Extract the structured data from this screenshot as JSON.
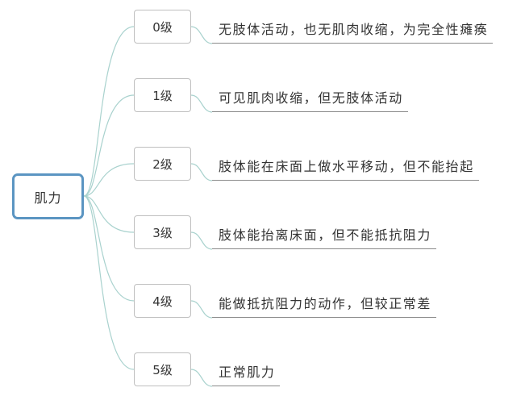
{
  "root": {
    "label": "肌力"
  },
  "levels": [
    {
      "label": "0级",
      "description": "无肢体活动，也无肌肉收缩，为完全性瘫痪"
    },
    {
      "label": "1级",
      "description": "可见肌肉收缩，但无肢体活动"
    },
    {
      "label": "2级",
      "description": "肢体能在床面上做水平移动，但不能抬起"
    },
    {
      "label": "3级",
      "description": "肢体能抬离床面，但不能抵抗阻力"
    },
    {
      "label": "4级",
      "description": "能做抵抗阻力的动作，但较正常差"
    },
    {
      "label": "5级",
      "description": "正常肌力"
    }
  ],
  "colors": {
    "root_border": "#5b95c2",
    "connector": "#a9d2ce",
    "node_border": "#bfbfbf",
    "underline": "#8a8a8a"
  }
}
